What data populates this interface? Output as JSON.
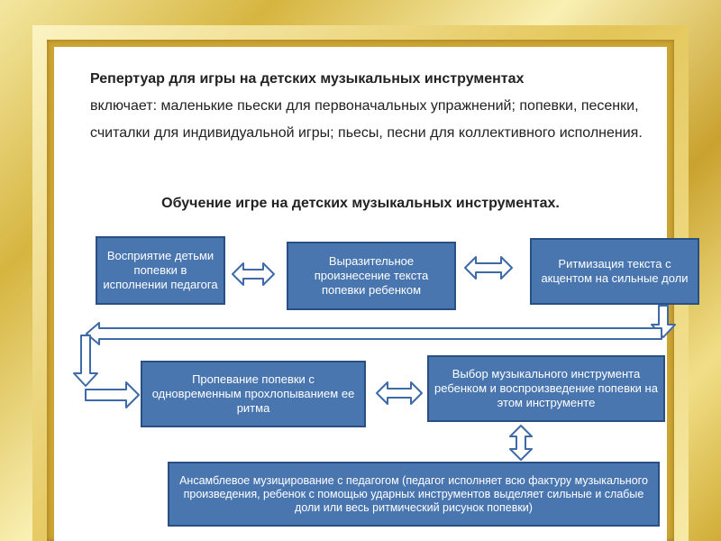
{
  "intro": {
    "bold": "Репертуар для игры на детских музыкальных инструментах",
    "rest": "включает: маленькие пьески для первоначальных упражнений; попевки, песенки, считалки для индивидуальной игры; пьесы, песни для коллективного исполнения."
  },
  "subtitle": "Обучение игре на детских музыкальных инструментах.",
  "steps": {
    "perception": "Восприятие детьми попевки в исполнении педагога",
    "expressive": "Выразительное произнесение текста попевки ребенком",
    "rhythm": "Ритмизация текста с акцентом на сильные доли",
    "singing": "Пропевание попевки с одновременным прохлопыванием ее ритма",
    "choice": "Выбор музыкального инструмента ребенком и воспроизведение попевки на этом инструменте",
    "ensemble": "Ансамблевое музицирование с педагогом (педагог исполняет всю фактуру музыкального произведения, ребенок с помощью ударных инструментов выделяет сильные и слабые доли или весь ритмический рисунок попевки)"
  },
  "colors": {
    "box_fill": "#4a76b0",
    "box_border": "#2a4f82",
    "arrow_fill": "#ffffff",
    "arrow_stroke": "#3e6aa8",
    "frame_gold": "#d6b540"
  }
}
